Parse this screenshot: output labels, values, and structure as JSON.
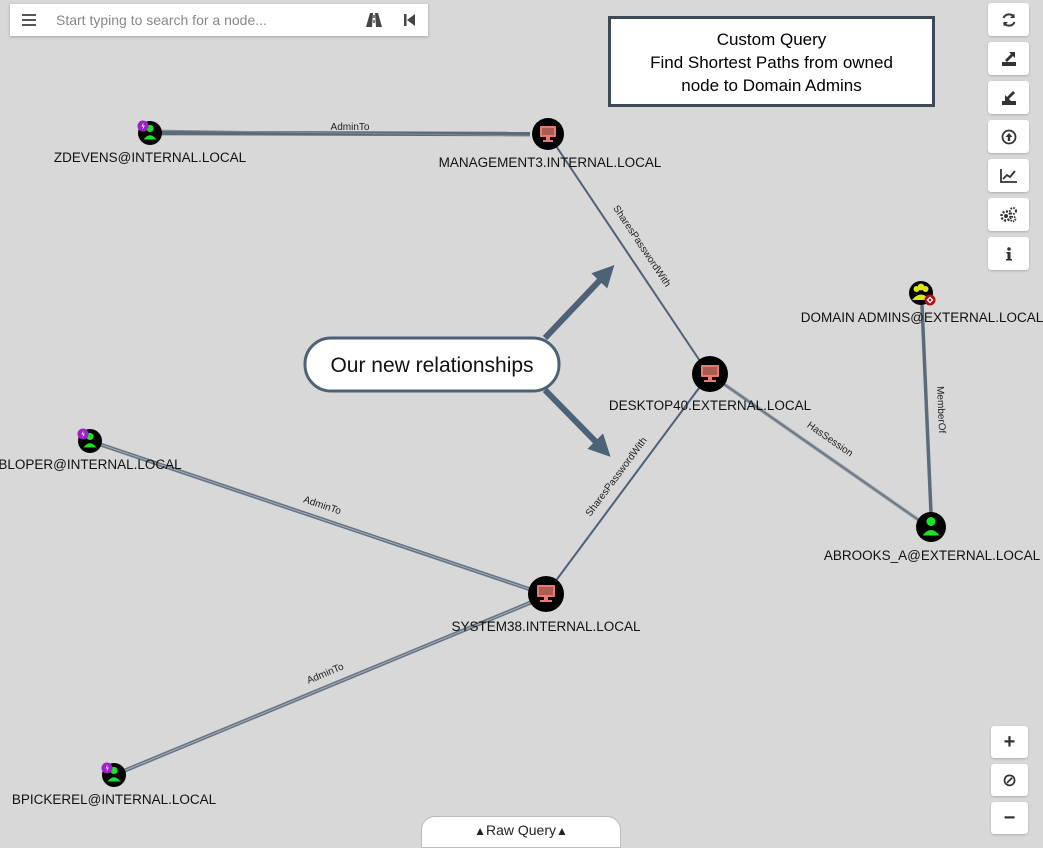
{
  "search": {
    "placeholder": "Start typing to search for a node...",
    "value": ""
  },
  "query_box": {
    "line1": "Custom Query",
    "line2": "Find Shortest Paths from owned",
    "line3": "node to Domain Admins"
  },
  "callout": {
    "text": "Our new relationships"
  },
  "nodes": [
    {
      "id": "zdevens",
      "label": "ZDEVENS@INTERNAL.LOCAL",
      "type": "user",
      "owned": true
    },
    {
      "id": "management3",
      "label": "MANAGEMENT3.INTERNAL.LOCAL",
      "type": "computer"
    },
    {
      "id": "desktop40",
      "label": "DESKTOP40.EXTERNAL.LOCAL",
      "type": "computer"
    },
    {
      "id": "domain_admins",
      "label": "DOMAIN ADMINS@EXTERNAL.LOCAL",
      "type": "group",
      "high_value": true
    },
    {
      "id": "abrooks",
      "label": "ABROOKS_A@EXTERNAL.LOCAL",
      "type": "user"
    },
    {
      "id": "bloper",
      "label": "BLOPER@INTERNAL.LOCAL",
      "type": "user",
      "owned": true
    },
    {
      "id": "system38",
      "label": "SYSTEM38.INTERNAL.LOCAL",
      "type": "computer"
    },
    {
      "id": "bpickerel",
      "label": "BPICKEREL@INTERNAL.LOCAL",
      "type": "user",
      "owned": true
    }
  ],
  "edges": [
    {
      "from": "zdevens",
      "to": "management3",
      "label": "AdminTo"
    },
    {
      "from": "management3",
      "to": "desktop40",
      "label": "SharesPasswordWith"
    },
    {
      "from": "system38",
      "to": "desktop40",
      "label": "SharesPasswordWith"
    },
    {
      "from": "desktop40",
      "to": "abrooks",
      "label": "HasSession"
    },
    {
      "from": "abrooks",
      "to": "domain_admins",
      "label": "MemberOf"
    },
    {
      "from": "bloper",
      "to": "system38",
      "label": "AdminTo"
    },
    {
      "from": "bpickerel",
      "to": "system38",
      "label": "AdminTo"
    }
  ],
  "toolbar": {
    "icons": [
      "refresh-icon",
      "export-icon",
      "import-icon",
      "upload-icon",
      "chart-icon",
      "settings-icon",
      "info-icon"
    ]
  },
  "zoom": {
    "in": "+",
    "reset": "⊘",
    "out": "−"
  },
  "raw_query": {
    "label": "Raw Query"
  },
  "colors": {
    "background": "#d8d8d8",
    "user": "#17e625",
    "computer": "#e77b6e",
    "group": "#dbe617",
    "owned_badge": "#a020c8",
    "high_value_badge": "#b01010",
    "edge": "#4d6276",
    "query_border": "#3d4a58"
  }
}
